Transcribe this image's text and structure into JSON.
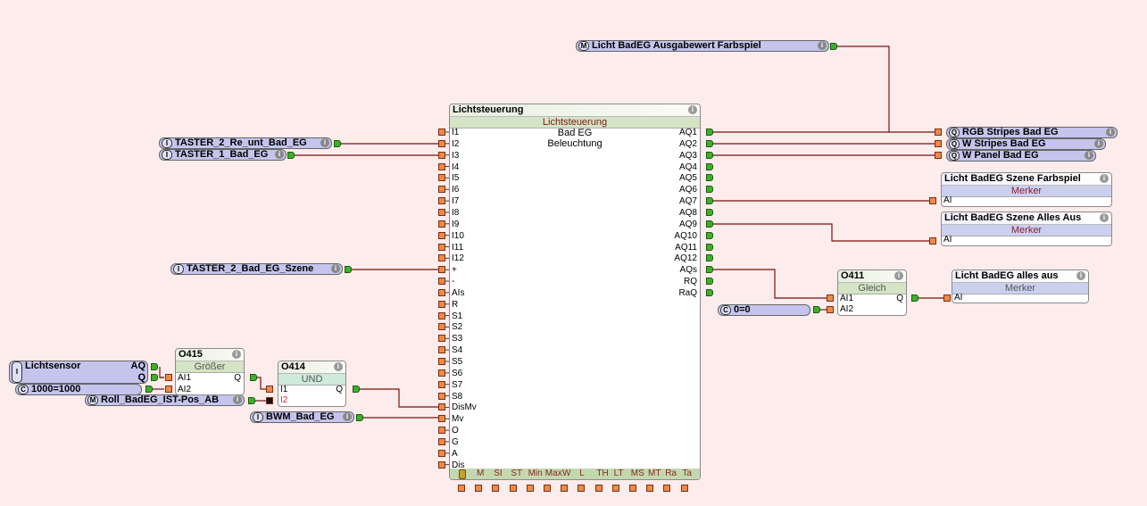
{
  "main_block": {
    "title": "Lichtsteuerung",
    "type": "Lichtsteuerung",
    "description_lines": [
      "Bad EG",
      "Beleuchtung"
    ],
    "inputs": [
      "I1",
      "I2",
      "I3",
      "I4",
      "I5",
      "I6",
      "I7",
      "I8",
      "I9",
      "I10",
      "I11",
      "I12",
      "+",
      "-",
      "AIs",
      "R",
      "S1",
      "S2",
      "S3",
      "S4",
      "S5",
      "S6",
      "S7",
      "S8",
      "DisMv",
      "Mv",
      "O",
      "G",
      "A",
      "Dis"
    ],
    "outputs": [
      "AQ1",
      "AQ2",
      "AQ3",
      "AQ4",
      "AQ5",
      "AQ6",
      "AQ7",
      "AQ8",
      "AQ9",
      "AQ10",
      "AQ11",
      "AQ12",
      "AQs",
      "RQ",
      "RaQ"
    ],
    "parameters": [
      "M",
      "SI",
      "ST",
      "Min",
      "Max",
      "W",
      "L",
      "TH",
      "LT",
      "MS",
      "MT",
      "Ra",
      "Ta"
    ]
  },
  "input_objects": [
    {
      "tag": "I",
      "label": "TASTER_2_Re_unt_Bad_EG"
    },
    {
      "tag": "I",
      "label": "TASTER_1_Bad_EG"
    },
    {
      "tag": "I",
      "label": "TASTER_2_Bad_EG_Szene"
    },
    {
      "tag": "I",
      "label": "BWM_Bad_EG"
    },
    {
      "tag": "M",
      "label": "Roll_BadEG_IST-Pos_AB"
    },
    {
      "tag": "M",
      "label": "Licht BadEG Ausgabewert Farbspiel"
    }
  ],
  "output_objects": [
    {
      "tag": "Q",
      "label": "RGB Stripes Bad EG"
    },
    {
      "tag": "Q",
      "label": "W Stripes Bad EG"
    },
    {
      "tag": "Q",
      "label": "W Panel Bad EG"
    }
  ],
  "merker_blocks": [
    {
      "title": "Licht BadEG Szene Farbspiel",
      "type": "Merker",
      "input": "AI"
    },
    {
      "title": "Licht BadEG Szene Alles Aus",
      "type": "Merker",
      "input": "AI"
    },
    {
      "title": "Licht BadEG alles aus",
      "type": "Merker",
      "input": "AI"
    }
  ],
  "logic_blocks": {
    "o415": {
      "title": "O415",
      "type": "Größer",
      "inputs": [
        "AI1",
        "AI2"
      ],
      "output": "Q"
    },
    "o414": {
      "title": "O414",
      "type": "UND",
      "inputs": [
        "I1",
        "I2"
      ],
      "output": "Q"
    },
    "o411": {
      "title": "O411",
      "type": "Gleich",
      "inputs": [
        "AI1",
        "AI2"
      ],
      "output": "Q"
    }
  },
  "sensor": {
    "tag": "I",
    "label": "Lichtsensor",
    "outputs": [
      "AQ",
      "Q"
    ]
  },
  "constants": [
    {
      "tag": "C",
      "label": "1000=1000"
    },
    {
      "tag": "C",
      "label": "0=0"
    }
  ],
  "info_glyph": "i",
  "colors": {
    "background": "#fdecec",
    "wire": "#7a1010",
    "input_pin": "#f08848",
    "output_pin": "#3eb028",
    "object_fill": "#c4c4ec"
  }
}
